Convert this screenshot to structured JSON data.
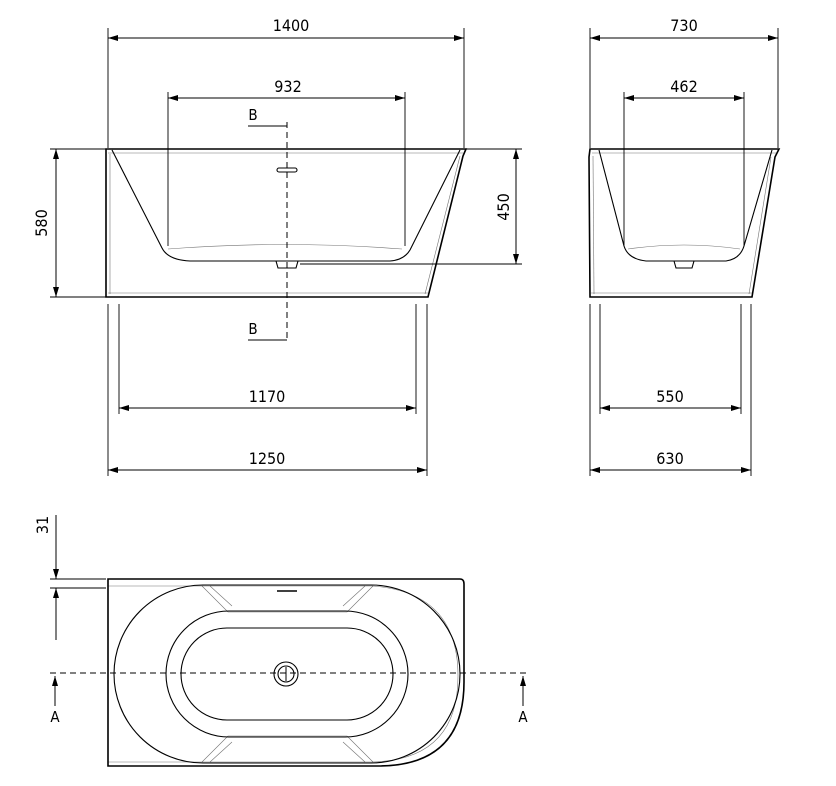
{
  "dimensions": {
    "front_overall_width": "1400",
    "front_inner_width": "932",
    "front_base_inner": "1170",
    "front_base_outer": "1250",
    "front_height": "580",
    "front_inner_depth": "450",
    "side_overall_width": "730",
    "side_inner_width": "462",
    "side_base_inner": "550",
    "side_base_outer": "630",
    "plan_rim_offset": "31"
  },
  "sections": {
    "b_top": "B",
    "b_bottom": "B",
    "a_left": "A",
    "a_right": "A"
  }
}
